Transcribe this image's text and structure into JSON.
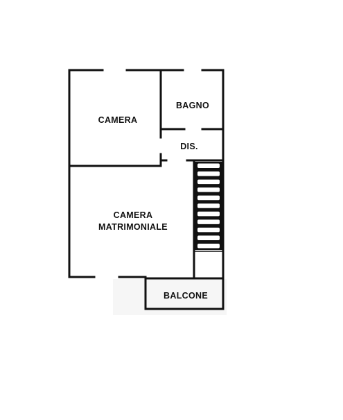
{
  "floor_plan": {
    "rooms": [
      {
        "id": "camera",
        "label": "CAMERA"
      },
      {
        "id": "bagno",
        "label": "BAGNO"
      },
      {
        "id": "disimpegno",
        "label": "DIS."
      },
      {
        "id": "camera-matrimoniale",
        "label_line1": "CAMERA",
        "label_line2": "MATRIMONIALE"
      },
      {
        "id": "balcone",
        "label": "BALCONE"
      }
    ],
    "colors": {
      "wall": "#111111",
      "background": "#ffffff",
      "stair_tread": "#ffffff"
    },
    "stair_steps": 11
  }
}
